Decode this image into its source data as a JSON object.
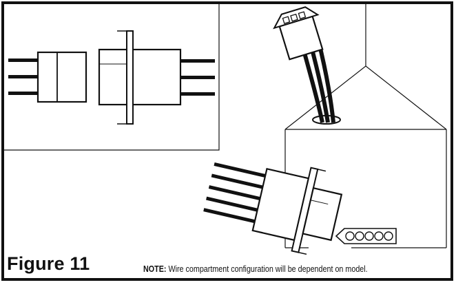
{
  "figure": {
    "label": "Figure 11",
    "note_label": "NOTE:",
    "note_text": "Wire compartment configuration will be dependent on model."
  },
  "colors": {
    "line": "#111111",
    "background": "#ffffff"
  },
  "icons": {
    "inset": "connector-plug-and-receptacle-icon",
    "top_plug": "wire-harness-plug-icon",
    "side_plug": "wire-harness-plug-icon",
    "terminal": "terminal-strip-icon"
  },
  "diagram": {
    "terminal_holes": 5,
    "top_plug_wires": 3,
    "side_plug_wires": 5
  }
}
